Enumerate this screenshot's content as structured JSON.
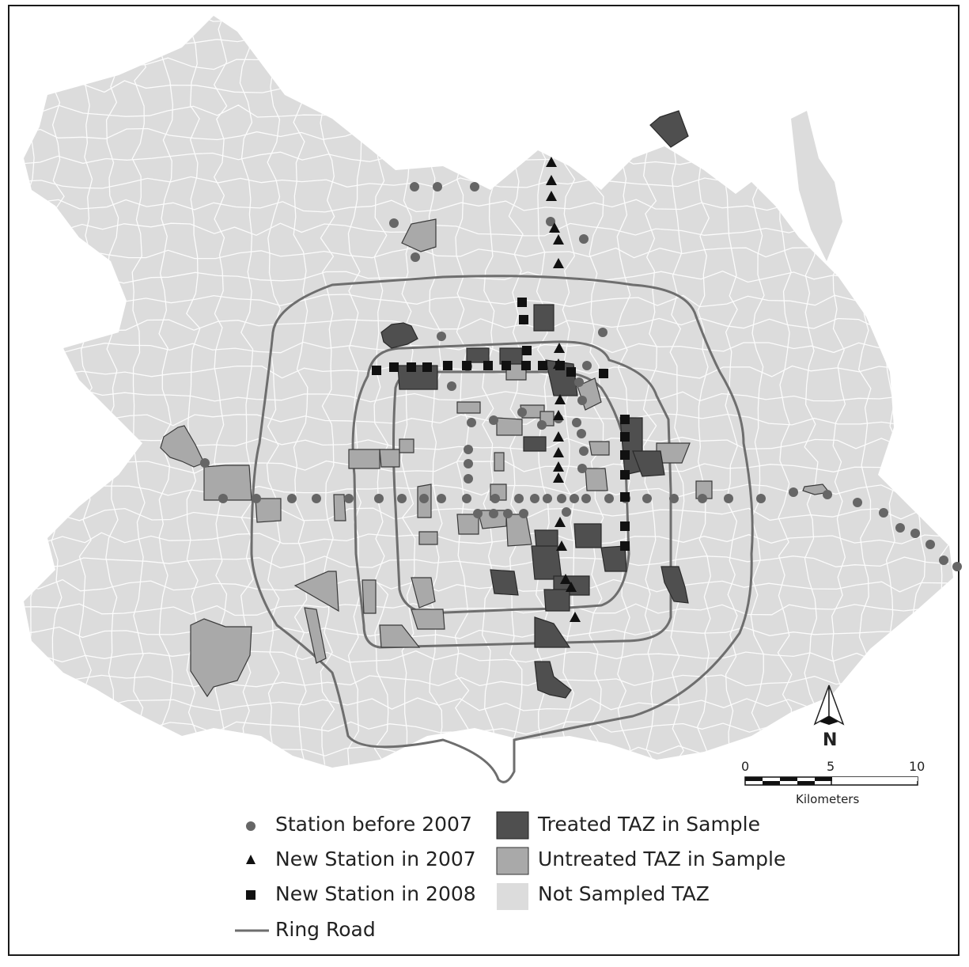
{
  "colors": {
    "not_sampled": "#dcdcdc",
    "untreated": "#a9a9a9",
    "treated": "#4f4f4f",
    "ring_road": "#6e6e6e",
    "station_before_2007": "#666666",
    "new_station": "#111111",
    "boundary": "#ffffff"
  },
  "legend": {
    "station_before_2007": "Station before 2007",
    "new_station_2007": "New Station in 2007",
    "new_station_2008": "New Station in 2008",
    "ring_road": "Ring Road",
    "treated_taz": "Treated TAZ in Sample",
    "untreated_taz": "Untreated TAZ in Sample",
    "not_sampled_taz": "Not Sampled TAZ"
  },
  "scale_bar": {
    "ticks": [
      "0",
      "5",
      "10"
    ],
    "unit": "Kilometers"
  },
  "north_arrow": {
    "label": "N"
  },
  "icons": {
    "north": "north-arrow-icon",
    "station_before_2007": "circle-icon",
    "new_station_2007": "triangle-icon",
    "new_station_2008": "square-icon"
  }
}
